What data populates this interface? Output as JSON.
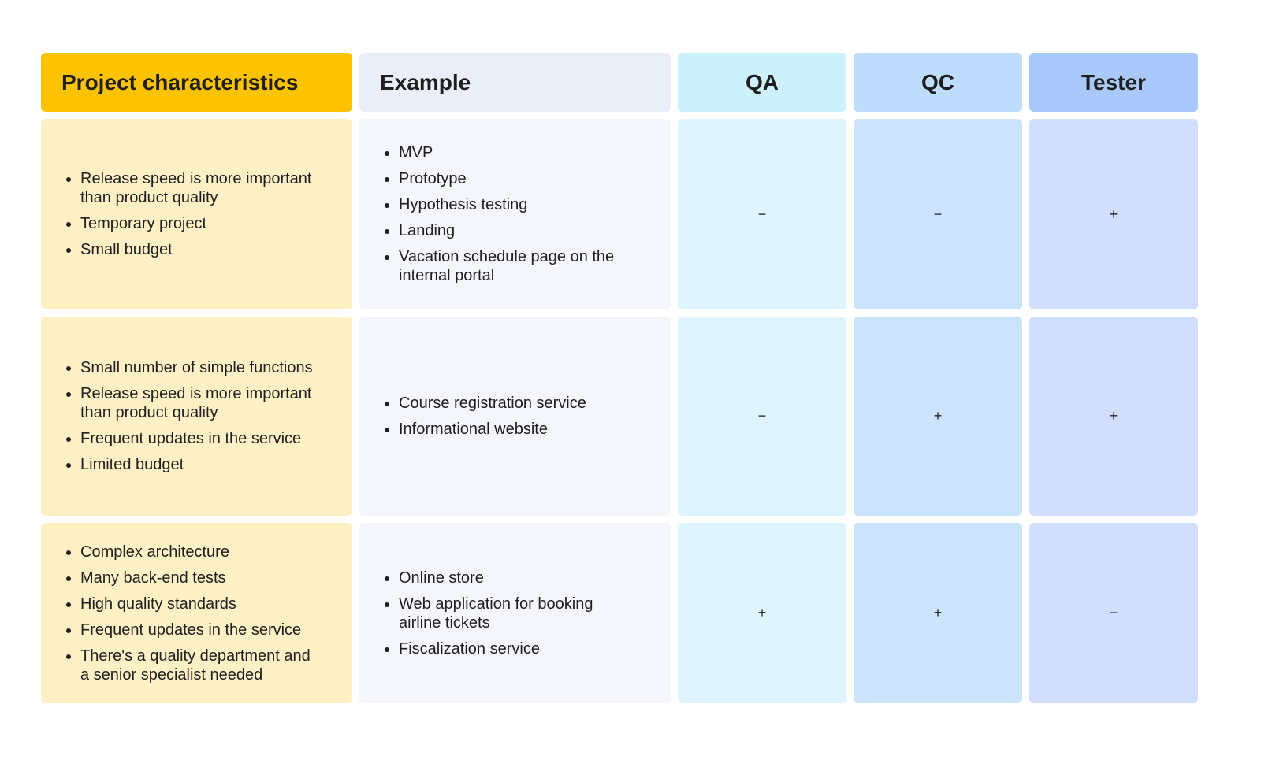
{
  "headers": {
    "project": "Project characteristics",
    "example": "Example",
    "qa": "QA",
    "qc": "QC",
    "tester": "Tester"
  },
  "rows": [
    {
      "characteristics": [
        "Release speed is more important than product quality",
        "Temporary project",
        "Small budget"
      ],
      "examples": [
        "MVP",
        "Prototype",
        "Hypothesis testing",
        "Landing",
        "Vacation schedule page on the internal portal"
      ],
      "qa": "−",
      "qc": "−",
      "tester": "+"
    },
    {
      "characteristics": [
        "Small number of simple functions",
        "Release speed is more important than product quality",
        "Frequent updates in the service",
        "Limited budget"
      ],
      "examples": [
        "Course registration service",
        "Informational website"
      ],
      "qa": "−",
      "qc": "+",
      "tester": "+"
    },
    {
      "characteristics": [
        "Complex architecture",
        "Many back-end tests",
        "High quality standards",
        "Frequent updates in the service",
        "There's a quality department and a senior specialist needed"
      ],
      "examples": [
        "Online store",
        "Web application for booking airline tickets",
        "Fiscalization service"
      ],
      "qa": "+",
      "qc": "+",
      "tester": "−"
    }
  ],
  "colors": {
    "project_header": "#fdc300",
    "example_header": "#eaeef9",
    "qa_header": "#ccf0fc",
    "qc_header": "#bedcfc",
    "tester_header": "#a9c8fc",
    "project_cell": "#feefc5",
    "example_cell": "#f4f6fb",
    "qa_cell": "#def4fe",
    "qc_cell": "#cce3fd",
    "tester_cell": "#d1defd"
  }
}
